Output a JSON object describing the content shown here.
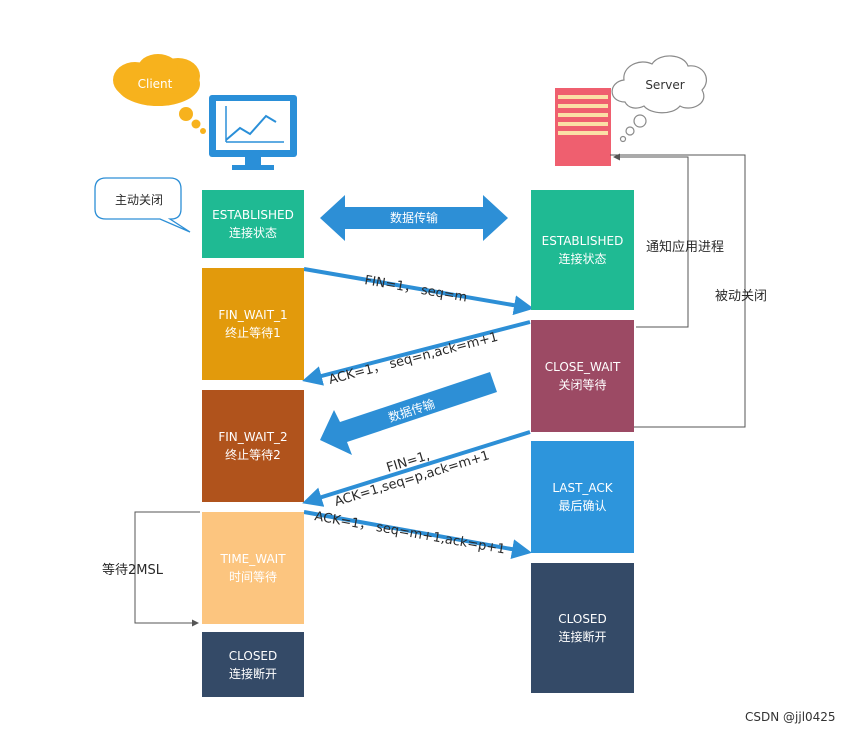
{
  "client": {
    "label": "Client"
  },
  "server": {
    "label": "Server"
  },
  "active_close": "主动关闭",
  "passive_close": "被动关闭",
  "notify_app": "通知应用进程",
  "wait_2msl": "等待2MSL",
  "data_transfer_top": "数据传输",
  "data_transfer_mid": "数据传输",
  "client_states": [
    {
      "name": "ESTABLISHED",
      "desc": "连接状态",
      "color": "#1fba93"
    },
    {
      "name": "FIN_WAIT_1",
      "desc": "终止等待1",
      "color": "#e29a0c"
    },
    {
      "name": "FIN_WAIT_2",
      "desc": "终止等待2",
      "color": "#b0531c"
    },
    {
      "name": "TIME_WAIT",
      "desc": "时间等待",
      "color": "#fcc57f"
    },
    {
      "name": "CLOSED",
      "desc": "连接断开",
      "color": "#344a67"
    }
  ],
  "server_states": [
    {
      "name": "ESTABLISHED",
      "desc": "连接状态",
      "color": "#1fba93"
    },
    {
      "name": "CLOSE_WAIT",
      "desc": "关闭等待",
      "color": "#9c4a64"
    },
    {
      "name": "LAST_ACK",
      "desc": "最后确认",
      "color": "#2d95dc"
    },
    {
      "name": "CLOSED",
      "desc": "连接断开",
      "color": "#344a67"
    }
  ],
  "messages": {
    "fin1": "FIN=1，  seq=m",
    "ack1": "ACK=1，  seq=n,ack=m+1",
    "fin2_line1": "FIN=1,",
    "fin2_line2": "ACK=1,seq=p,ack=m+1",
    "ack2": "ACK=1，  seq=m+1,ack=p+1"
  },
  "watermark": "CSDN @jjl0425",
  "colors": {
    "arrow": "#2d8fd6",
    "bracket": "#666666"
  }
}
